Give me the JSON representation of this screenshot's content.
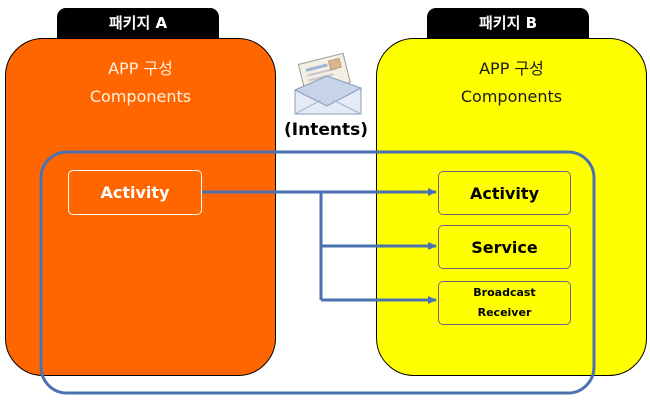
{
  "packages": {
    "a": {
      "tab_label": "패키지 A",
      "app_label": "APP 구성",
      "components_label": "Components",
      "activity_label": "Activity",
      "color": "#ff6600"
    },
    "b": {
      "tab_label": "패키지 B",
      "app_label": "APP 구성",
      "components_label": "Components",
      "activity_label": "Activity",
      "service_label": "Service",
      "broadcast_label_line1": "Broadcast",
      "broadcast_label_line2": "Receiver",
      "color": "#ffff00"
    }
  },
  "intents_label": "(Intents)",
  "connector_color": "#4a72b2",
  "icons": {
    "intent": "envelope-icon"
  }
}
